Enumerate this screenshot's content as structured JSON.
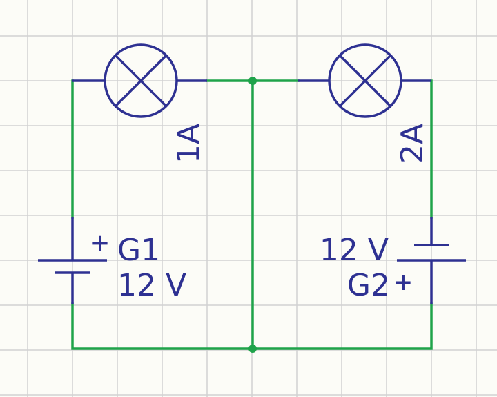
{
  "colors": {
    "background": "#fcfcf7",
    "grid": "#d2d2d2",
    "wire": "#1fa34a",
    "component": "#2e3192",
    "junction": "#1fa34a"
  },
  "components": {
    "lamp1": {
      "icon": "lamp-icon",
      "label": "1A"
    },
    "lamp2": {
      "icon": "lamp-icon",
      "label": "2A"
    },
    "battery1": {
      "icon": "battery-icon",
      "name": "G1",
      "voltage": "12 V",
      "polarity": "+"
    },
    "battery2": {
      "icon": "battery-icon",
      "name": "G2",
      "voltage": "12 V",
      "polarity": "+"
    }
  }
}
